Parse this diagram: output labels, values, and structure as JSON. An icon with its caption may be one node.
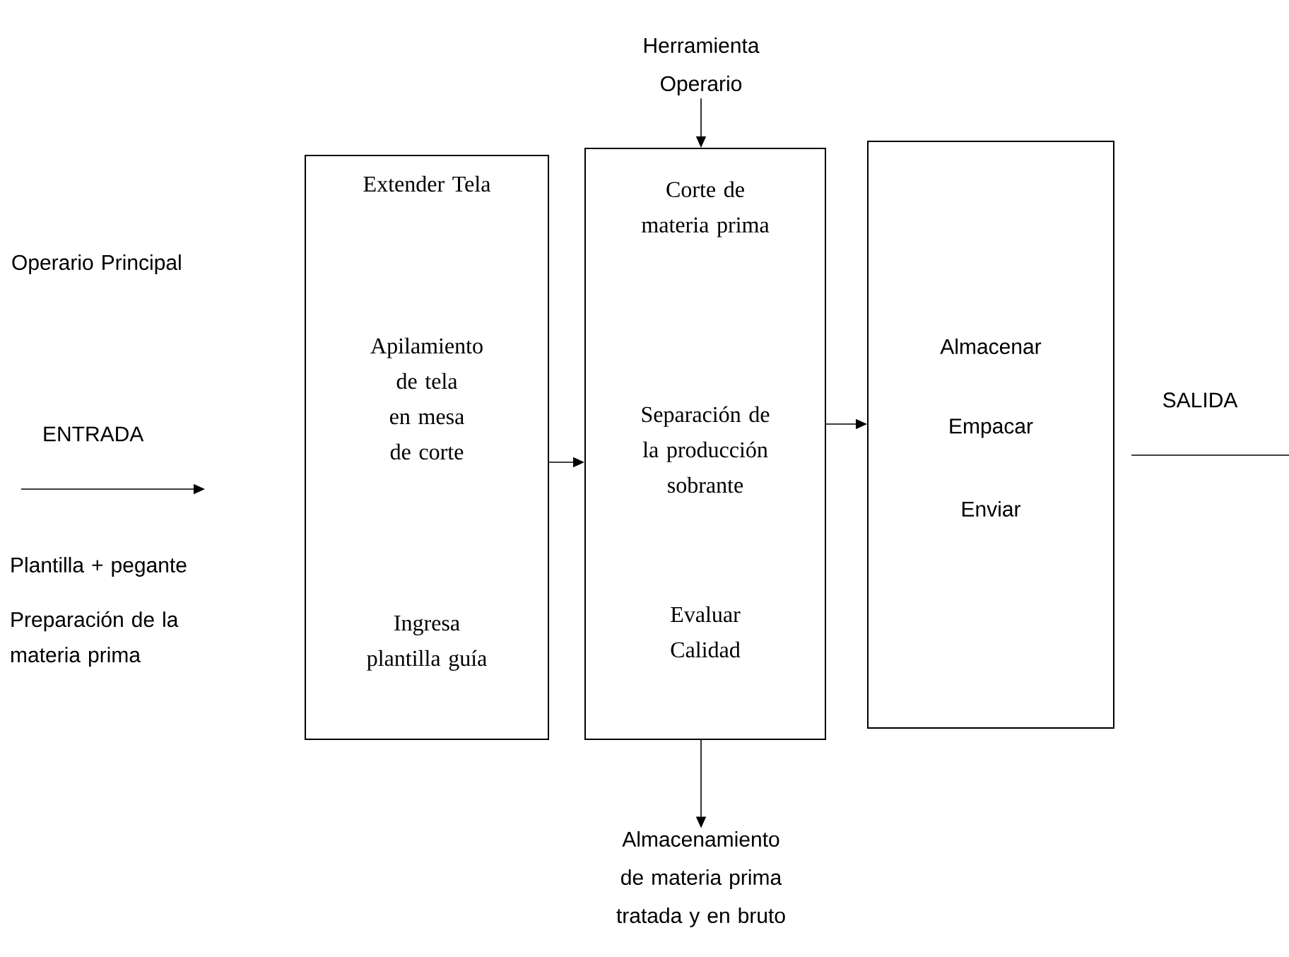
{
  "diagram": {
    "nodes": [
      {
        "text": [
          "Extender Tela",
          "Apilamiento de tela en mesa de corte",
          "Ingresa plantilla guía"
        ]
      },
      {
        "text": [
          "Corte de materia prima",
          "Separación de la producción sobrante",
          "Evaluar Calidad"
        ]
      },
      {
        "text": [
          "Almacenar",
          "Empacar",
          "Enviar"
        ]
      },
      {
        "text": [
          "Herramienta Operario"
        ]
      },
      {
        "text": [
          "Almacenamiento de materia prima tratada y en bruto"
        ]
      }
    ],
    "edges": [
      {
        "from": 0,
        "to": 1,
        "arrow": "to"
      },
      {
        "from": 1,
        "to": 2,
        "arrow": "to"
      },
      {
        "from": 3,
        "to": 1,
        "arrow": "to"
      },
      {
        "from": 1,
        "to": 4,
        "arrow": "to"
      },
      {
        "from": 2,
        "to": null,
        "arrow": "none",
        "label": "SALIDA"
      }
    ],
    "labels": [
      "Operario Principal",
      "ENTRADA",
      "Plantilla + pegante",
      "Preparación de la materia prima"
    ]
  }
}
